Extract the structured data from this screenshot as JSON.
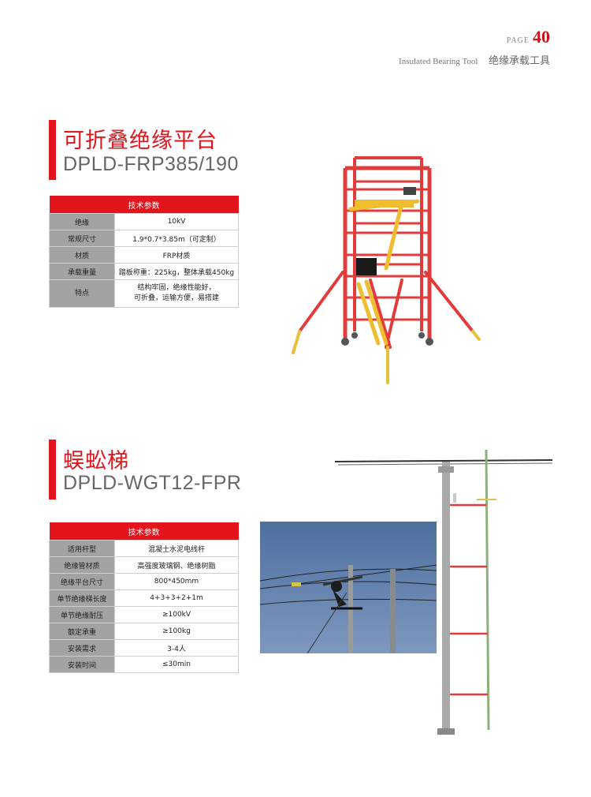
{
  "header": {
    "page_label": "PAGE",
    "page_number": "40",
    "subtitle_en": "Insulated Bearing Tool",
    "subtitle_cn": "绝缘承载工具"
  },
  "section1": {
    "title_cn": "可折叠绝缘平台",
    "title_en": "DPLD-FRP385/190",
    "table_header": "技术参数",
    "rows": [
      {
        "key": "绝缘",
        "value": "10kV"
      },
      {
        "key": "常规尺寸",
        "value": "1.9*0.7*3.85m（可定制）"
      },
      {
        "key": "材质",
        "value": "FRP材质"
      },
      {
        "key": "承载重量",
        "value": "踏板称重：225kg，整体承载450kg"
      },
      {
        "key": "特点",
        "value_line1": "结构牢固，绝缘性能好，",
        "value_line2": "可折叠，运输方便，易搭建"
      }
    ]
  },
  "section2": {
    "title_cn": "蜈蚣梯",
    "title_en": "DPLD-WGT12-FPR",
    "table_header": "技术参数",
    "rows": [
      {
        "key": "适用杆型",
        "value": "混凝土水泥电线杆"
      },
      {
        "key": "绝缘管材质",
        "value": "高强度玻璃钢、绝缘树脂"
      },
      {
        "key": "绝缘平台尺寸",
        "value": "800*450mm"
      },
      {
        "key": "单节绝缘梯长度",
        "value": "4+3+3+2+1m"
      },
      {
        "key": "单节绝缘耐压",
        "value": "≥100kV"
      },
      {
        "key": "额定承重",
        "value": "≥100kg"
      },
      {
        "key": "安装需求",
        "value": "3-4人"
      },
      {
        "key": "安装时间",
        "value": "≤30min"
      }
    ]
  },
  "colors": {
    "accent": "#e3141b",
    "key_cell": "#a3a3a3",
    "sky": "#5e7fae"
  }
}
